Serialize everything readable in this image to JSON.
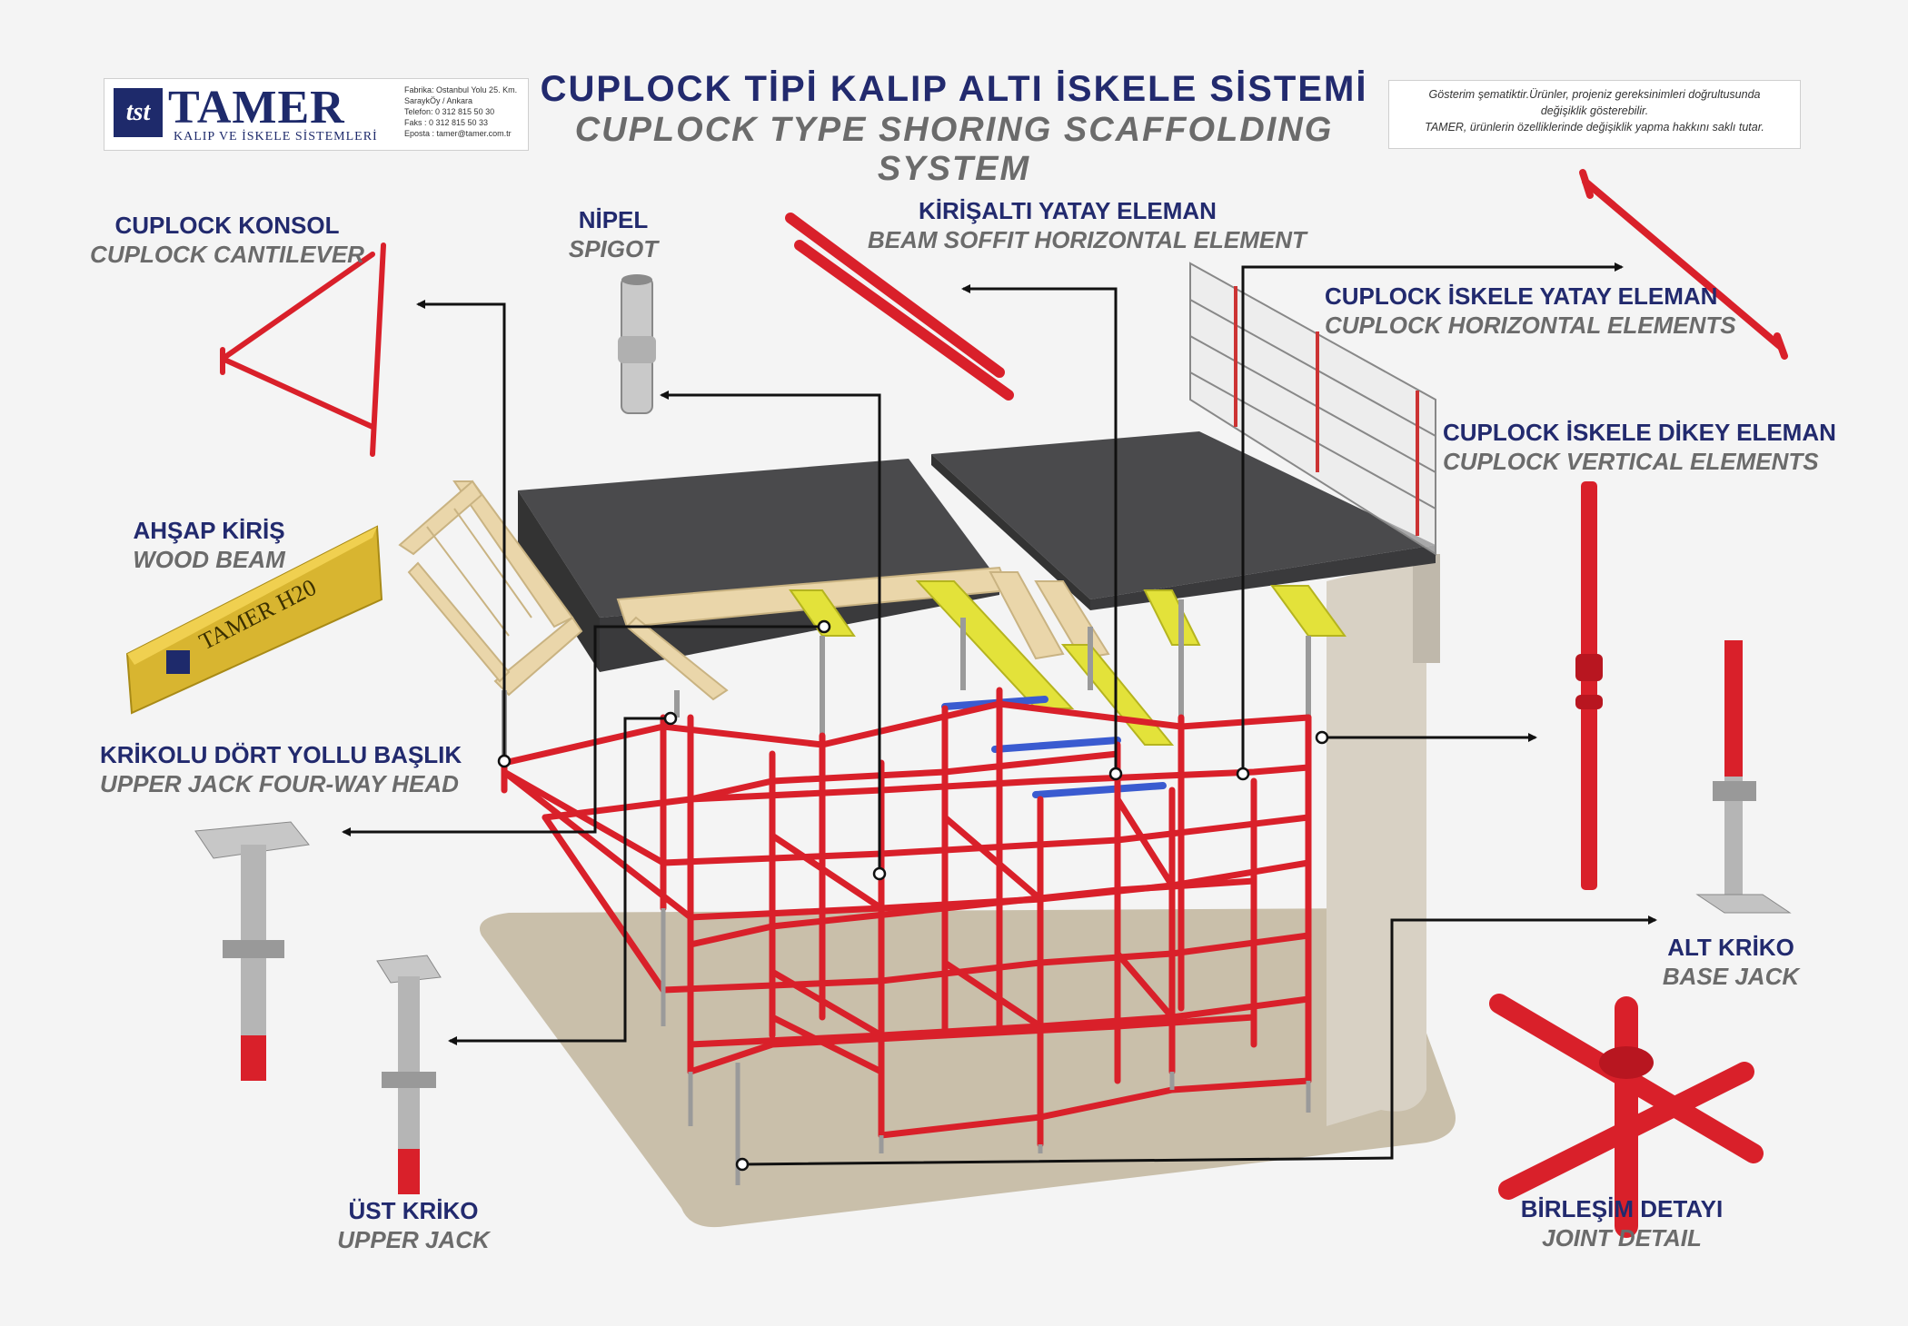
{
  "logo": {
    "mark": "tst",
    "name": "TAMER",
    "subtitle": "KALIP VE İSKELE SİSTEMLERİ",
    "contact": [
      "Fabrika: Ostanbul Yolu 25. Km.",
      "SaraykÖy / Ankara",
      "Telefon: 0 312 815 50 30",
      "Faks   : 0 312 815 50 33",
      "Eposta : tamer@tamer.com.tr"
    ]
  },
  "title": {
    "tr": "CUPLOCK TİPİ KALIP ALTI İSKELE SİSTEMİ",
    "en": "CUPLOCK TYPE SHORING SCAFFOLDING SYSTEM"
  },
  "disclaimer": [
    "Gösterim şematiktir.Ürünler, projeniz gereksinimleri doğrultusunda",
    "değişiklik gösterebilir.",
    "TAMER, ürünlerin özelliklerinde değişiklik yapma hakkını saklı tutar."
  ],
  "wood_beam_text": "TAMER H20",
  "labels": {
    "konsol": {
      "tr": "CUPLOCK KONSOL",
      "en": "CUPLOCK CANTILEVER"
    },
    "nipel": {
      "tr": "NİPEL",
      "en": "SPIGOT"
    },
    "kirisalti": {
      "tr": "KİRİŞALTI YATAY ELEMAN",
      "en": "BEAM SOFFIT HORIZONTAL ELEMENT"
    },
    "yatay": {
      "tr": "CUPLOCK İSKELE YATAY ELEMAN",
      "en": "CUPLOCK HORIZONTAL ELEMENTS"
    },
    "dikey": {
      "tr": "CUPLOCK İSKELE DİKEY ELEMAN",
      "en": "CUPLOCK VERTICAL ELEMENTS"
    },
    "ahsap": {
      "tr": "AHŞAP KİRİŞ",
      "en": "WOOD BEAM"
    },
    "krikolu": {
      "tr": "KRİKOLU DÖRT YOLLU BAŞLIK",
      "en": "UPPER JACK FOUR-WAY HEAD"
    },
    "ust_kriko": {
      "tr": "ÜST KRİKO",
      "en": "UPPER JACK"
    },
    "alt_kriko": {
      "tr": "ALT KRİKO",
      "en": "BASE JACK"
    },
    "birlesim": {
      "tr": "BİRLEŞİM DETAYI",
      "en": "JOINT DETAIL"
    }
  },
  "colors": {
    "navy": "#222a6e",
    "grey_text": "#6b6b6b",
    "red": "#d9202a",
    "slab": "#4a4a4c",
    "wood": "#ead6aa",
    "yellow": "#e3e23a",
    "blue": "#3a5bd0",
    "ground": "#c9bfaa",
    "wall": "#d8d1c4"
  }
}
